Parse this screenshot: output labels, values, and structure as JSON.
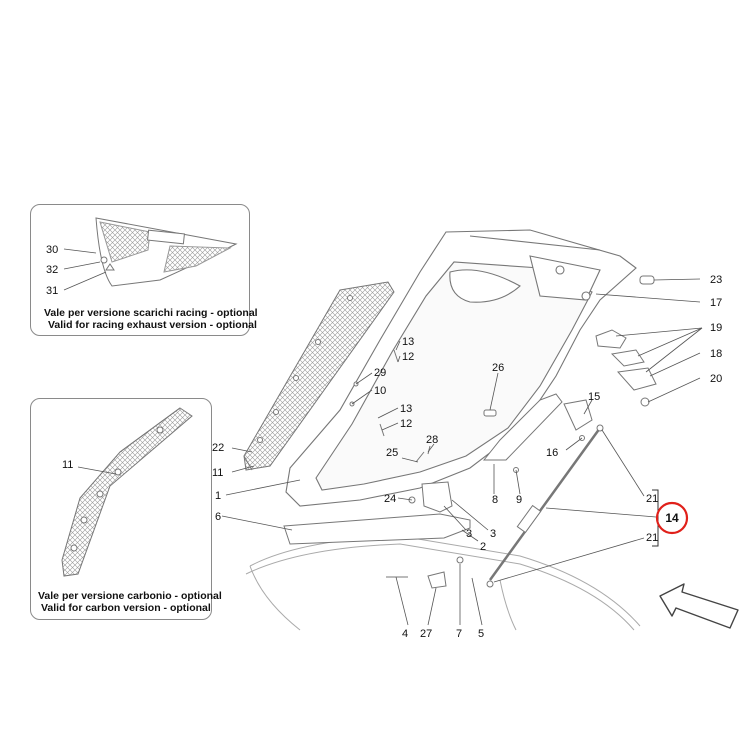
{
  "insets": {
    "racing": {
      "caption_it": "Vale per versione scarichi racing - optional",
      "caption_en": "Valid for racing exhaust version - optional",
      "labels": [
        "30",
        "32",
        "31"
      ]
    },
    "carbon": {
      "caption_it": "Vale per versione carbonio - optional",
      "caption_en": "Valid for carbon version - optional",
      "labels": [
        "11"
      ]
    }
  },
  "callouts": {
    "c13a": "13",
    "c12a": "12",
    "c29": "29",
    "c10": "10",
    "c13b": "13",
    "c12b": "12",
    "c26": "26",
    "c28": "28",
    "c25": "25",
    "c22": "22",
    "c11": "11",
    "c1": "1",
    "c6": "6",
    "c24": "24",
    "c3a": "3",
    "c3b": "3",
    "c2": "2",
    "c8": "8",
    "c9": "9",
    "c15": "15",
    "c16": "16",
    "c23": "23",
    "c17": "17",
    "c19": "19",
    "c18": "18",
    "c20": "20",
    "c21a": "21",
    "c21b": "21",
    "c4": "4",
    "c27": "27",
    "c7": "7",
    "c5": "5"
  },
  "highlight": {
    "label": "14",
    "color": "#e0201a"
  },
  "colors": {
    "line": "#555555",
    "part": "#8a8a8a",
    "mesh": "#b5b5b5"
  },
  "icons": {
    "direction": "front-arrow-icon"
  }
}
